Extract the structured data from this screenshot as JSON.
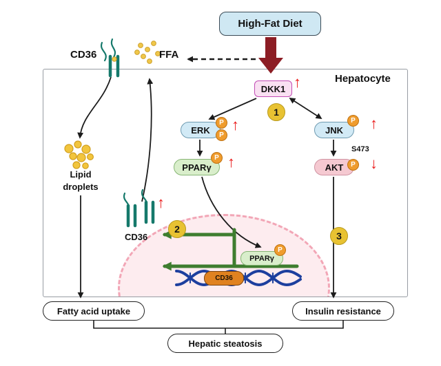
{
  "diagram": {
    "title": "High-Fat Diet",
    "cell": "Hepatocyte",
    "nodes": {
      "dkk1": "DKK1",
      "erk": "ERK",
      "jnk": "JNK",
      "pparg_cyto": "PPARγ",
      "akt": "AKT",
      "akt_site": "S473",
      "cd36_membrane": "CD36",
      "ffa": "FFA",
      "lipid_line1": "Lipid",
      "lipid_line2": "droplets",
      "cd36_new": "CD36",
      "pparg_nuc": "PPARγ",
      "cd36_gene": "CD36"
    },
    "phospho": "P",
    "steps": {
      "one": "1",
      "two": "2",
      "three": "3"
    },
    "glyphs": {
      "up": "↑",
      "down": "↓"
    },
    "outcomes": {
      "fatty": "Fatty acid uptake",
      "insulin": "Insulin resistance",
      "steatosis": "Hepatic steatosis"
    },
    "colors": {
      "dark_red_arrow": "#8c1d24",
      "red_change_arrow": "#ea1c1c",
      "phospho_orange": "#ef9c2e",
      "step_gold": "#e8c232",
      "green_arrow": "#3e7d2f",
      "receptor_teal": "#15796b",
      "dna_blue": "#1d3f9e",
      "dkk1_pink": "#f9e0f2",
      "kinase_blue": "#d2eaf6",
      "pparg_green": "#d9eecb",
      "akt_pink": "#f5c9d1",
      "nucleus_pink": "#fdecef",
      "gene_orange": "#e08220"
    }
  }
}
